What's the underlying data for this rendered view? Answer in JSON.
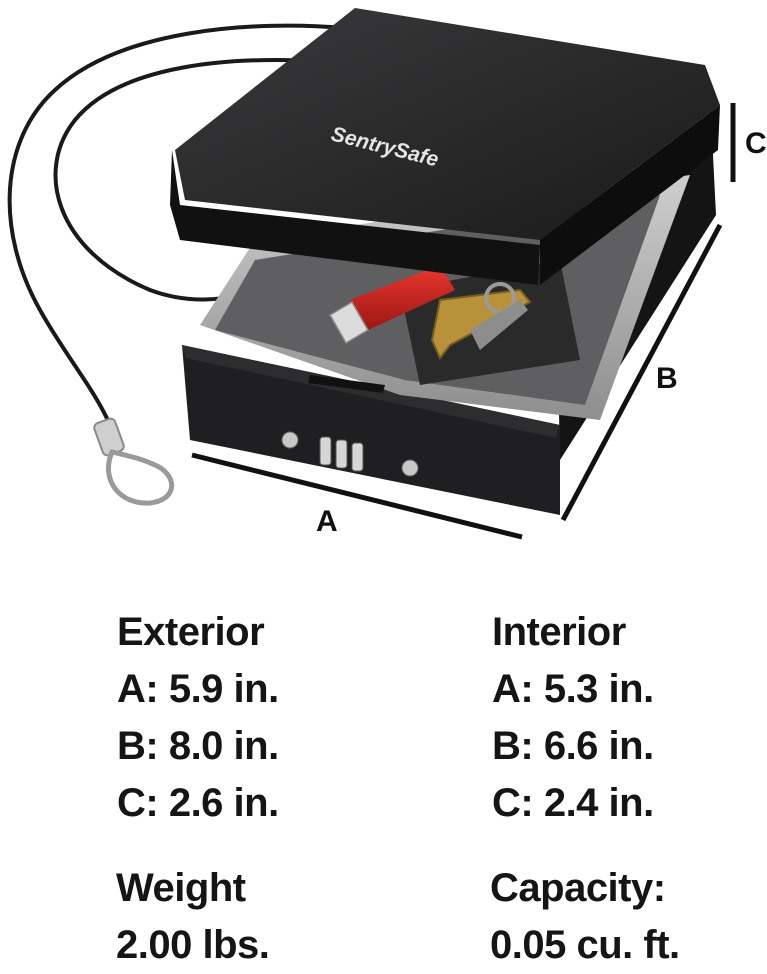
{
  "product": {
    "brand_logo_text": "SentrySafe"
  },
  "dimension_labels": {
    "a": "A",
    "b": "B",
    "c": "C"
  },
  "specs": {
    "exterior": {
      "heading": "Exterior",
      "a": "A: 5.9 in.",
      "b": "B: 8.0 in.",
      "c": "C: 2.6 in."
    },
    "interior": {
      "heading": "Interior",
      "a": "A: 5.3 in.",
      "b": "B: 6.6 in.",
      "c": "C: 2.4 in."
    },
    "weight": {
      "heading": "Weight",
      "value": "2.00 lbs."
    },
    "capacity": {
      "heading": "Capacity:",
      "value": "0.05 cu. ft."
    }
  },
  "colors": {
    "safe_body": "#1c1c1e",
    "safe_interior": "#9a9a9a",
    "usb_drive": "#c8201e",
    "keys": "#b8923a",
    "text": "#151515"
  }
}
